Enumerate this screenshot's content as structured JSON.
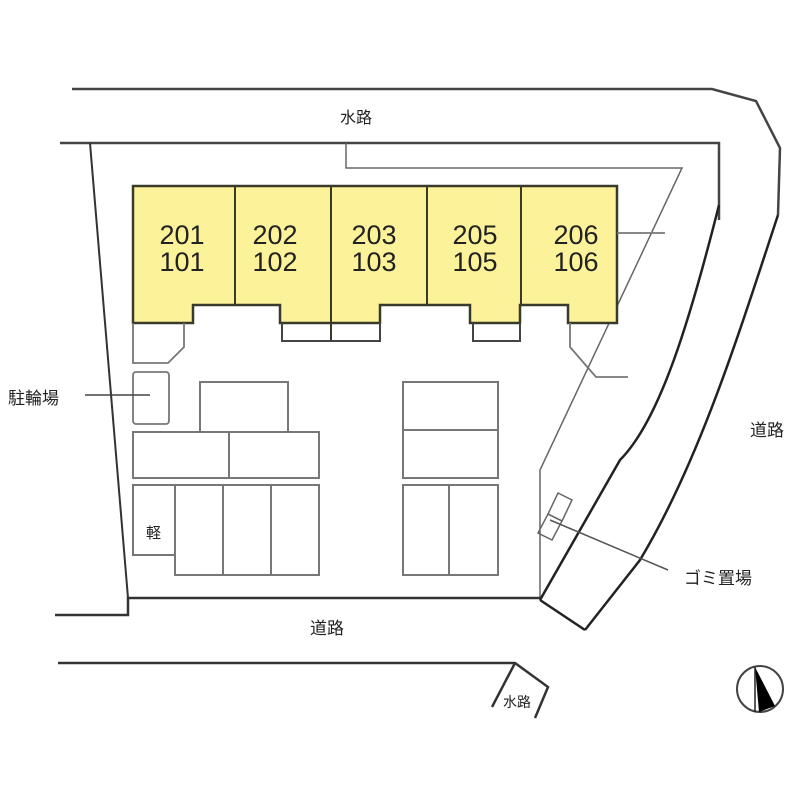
{
  "chart_data": {
    "type": "site-plan",
    "title": "",
    "units": [
      {
        "upper": "201",
        "lower": "101"
      },
      {
        "upper": "202",
        "lower": "102"
      },
      {
        "upper": "203",
        "lower": "103"
      },
      {
        "upper": "205",
        "lower": "105"
      },
      {
        "upper": "206",
        "lower": "106"
      }
    ],
    "labels": {
      "waterway_top": "水路",
      "waterway_bottom": "水路",
      "road_bottom": "道路",
      "road_right": "道路",
      "bicycle_parking": "駐輪場",
      "garbage_area": "ゴミ置場",
      "kei_car": "軽"
    },
    "parking": {
      "left_block_spaces": 8,
      "right_block_spaces": 4,
      "kei_spaces": 1
    },
    "compass": "north-arrow"
  },
  "colors": {
    "building_fill": "#fbf29a",
    "building_stroke": "#3a3a2a",
    "line": "#555555",
    "road_line": "#333333"
  }
}
